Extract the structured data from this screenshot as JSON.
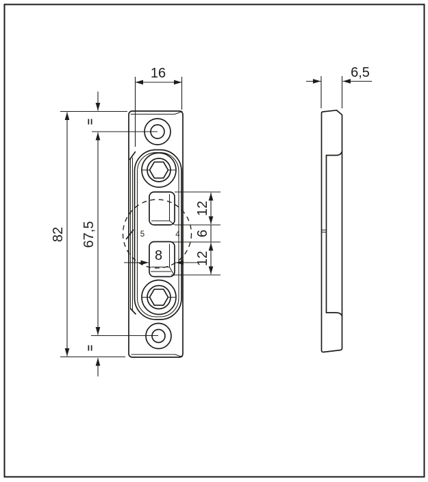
{
  "page": {
    "background": "#ffffff",
    "line_color": "#1d1d1b"
  },
  "drawing": {
    "type": "technical-drawing",
    "subject": "strike plate, front and side view with dimensions in mm",
    "front_view": {
      "dim_width": "16",
      "dim_overall_height": "82",
      "dim_hole_spacing": "67,5",
      "dim_upper_slot": "12",
      "dim_gap": "6",
      "dim_lower_slot": "12",
      "dim_slot_width": "8",
      "equal_top": "=",
      "equal_bottom": "=",
      "mark_left": "5",
      "mark_right": "4"
    },
    "side_view": {
      "dim_thickness": "6,5"
    }
  }
}
